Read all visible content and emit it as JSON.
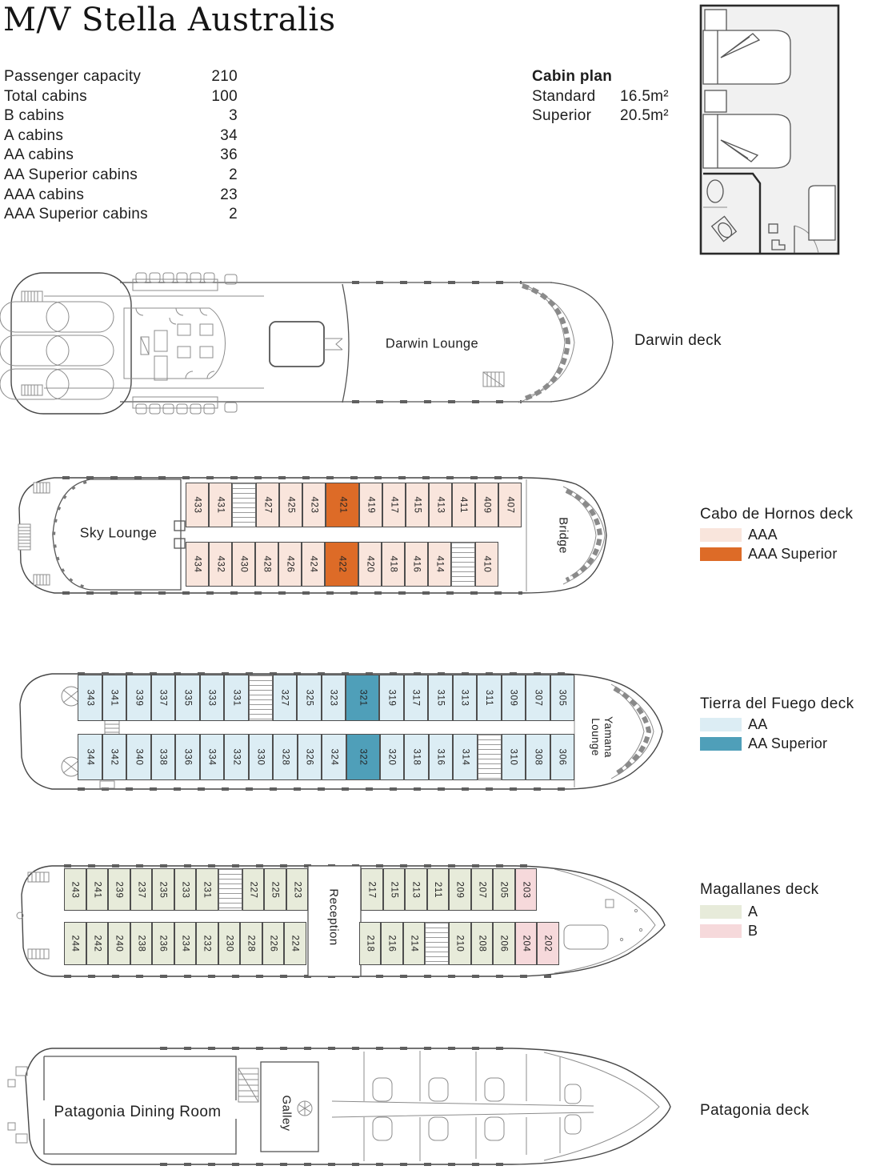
{
  "title": "M/V Stella Australis",
  "stats": {
    "rows": [
      {
        "label": "Passenger capacity",
        "value": "210"
      },
      {
        "label": "Total cabins",
        "value": "100"
      },
      {
        "label": "B cabins",
        "value": "3"
      },
      {
        "label": "A cabins",
        "value": "34"
      },
      {
        "label": "AA cabins",
        "value": "36"
      },
      {
        "label": "AA Superior cabins",
        "value": "2"
      },
      {
        "label": "AAA cabins",
        "value": "23"
      },
      {
        "label": "AAA Superior cabins",
        "value": "2"
      }
    ]
  },
  "cabin_plan": {
    "heading": "Cabin plan",
    "rows": [
      {
        "label": "Standard",
        "value": "16.5m²"
      },
      {
        "label": "Superior",
        "value": "20.5m²"
      }
    ]
  },
  "colors": {
    "aaa": "#f9e5dc",
    "aaas": "#dd6b27",
    "aa": "#dcedf4",
    "aas": "#4f9fb9",
    "a": "#e7ebda",
    "b": "#f6d9db"
  },
  "rooms": {
    "darwin_lounge": "Darwin Lounge",
    "sky_lounge": "Sky Lounge",
    "bridge": "Bridge",
    "yamana_lounge": "Yamana Lounge",
    "reception": "Reception",
    "galley": "Galley",
    "dining_room": "Patagonia Dining Room"
  },
  "decks": [
    {
      "name": "Darwin deck"
    },
    {
      "name": "Cabo de Hornos deck",
      "legend": [
        {
          "label": "AAA",
          "color": "#f9e5dc"
        },
        {
          "label": "AAA Superior",
          "color": "#dd6b27"
        }
      ],
      "rows": {
        "top": [
          {
            "n": "433",
            "t": "aaa"
          },
          {
            "n": "431",
            "t": "aaa"
          },
          {
            "k": "stairs"
          },
          {
            "n": "427",
            "t": "aaa"
          },
          {
            "n": "425",
            "t": "aaa"
          },
          {
            "n": "423",
            "t": "aaa"
          },
          {
            "n": "421",
            "t": "aaas",
            "wide": true
          },
          {
            "n": "419",
            "t": "aaa"
          },
          {
            "n": "417",
            "t": "aaa"
          },
          {
            "n": "415",
            "t": "aaa"
          },
          {
            "n": "413",
            "t": "aaa"
          },
          {
            "n": "411",
            "t": "aaa"
          },
          {
            "n": "409",
            "t": "aaa"
          },
          {
            "n": "407",
            "t": "aaa"
          }
        ],
        "bottom": [
          {
            "n": "434",
            "t": "aaa"
          },
          {
            "n": "432",
            "t": "aaa"
          },
          {
            "n": "430",
            "t": "aaa"
          },
          {
            "n": "428",
            "t": "aaa"
          },
          {
            "n": "426",
            "t": "aaa"
          },
          {
            "n": "424",
            "t": "aaa"
          },
          {
            "n": "422",
            "t": "aaas",
            "wide": true
          },
          {
            "n": "420",
            "t": "aaa"
          },
          {
            "n": "418",
            "t": "aaa"
          },
          {
            "n": "416",
            "t": "aaa"
          },
          {
            "n": "414",
            "t": "aaa"
          },
          {
            "k": "stairs"
          },
          {
            "n": "410",
            "t": "aaa"
          }
        ]
      }
    },
    {
      "name": "Tierra del Fuego deck",
      "legend": [
        {
          "label": "AA",
          "color": "#dcedf4"
        },
        {
          "label": "AA Superior",
          "color": "#4f9fb9"
        }
      ],
      "rows": {
        "top": [
          {
            "n": "343",
            "t": "aa"
          },
          {
            "n": "341",
            "t": "aa"
          },
          {
            "n": "339",
            "t": "aa"
          },
          {
            "n": "337",
            "t": "aa"
          },
          {
            "n": "335",
            "t": "aa"
          },
          {
            "n": "333",
            "t": "aa"
          },
          {
            "n": "331",
            "t": "aa"
          },
          {
            "k": "stairs"
          },
          {
            "n": "327",
            "t": "aa"
          },
          {
            "n": "325",
            "t": "aa"
          },
          {
            "n": "323",
            "t": "aa"
          },
          {
            "n": "321",
            "t": "aas",
            "wide": true
          },
          {
            "n": "319",
            "t": "aa"
          },
          {
            "n": "317",
            "t": "aa"
          },
          {
            "n": "315",
            "t": "aa"
          },
          {
            "n": "313",
            "t": "aa"
          },
          {
            "n": "311",
            "t": "aa"
          },
          {
            "n": "309",
            "t": "aa"
          },
          {
            "n": "307",
            "t": "aa"
          },
          {
            "n": "305",
            "t": "aa"
          }
        ],
        "bottom": [
          {
            "n": "344",
            "t": "aa"
          },
          {
            "n": "342",
            "t": "aa"
          },
          {
            "n": "340",
            "t": "aa"
          },
          {
            "n": "338",
            "t": "aa"
          },
          {
            "n": "336",
            "t": "aa"
          },
          {
            "n": "334",
            "t": "aa"
          },
          {
            "n": "332",
            "t": "aa"
          },
          {
            "n": "330",
            "t": "aa"
          },
          {
            "n": "328",
            "t": "aa"
          },
          {
            "n": "326",
            "t": "aa"
          },
          {
            "n": "324",
            "t": "aa"
          },
          {
            "n": "322",
            "t": "aas",
            "wide": true
          },
          {
            "n": "320",
            "t": "aa"
          },
          {
            "n": "318",
            "t": "aa"
          },
          {
            "n": "316",
            "t": "aa"
          },
          {
            "n": "314",
            "t": "aa"
          },
          {
            "k": "stairs"
          },
          {
            "n": "310",
            "t": "aa"
          },
          {
            "n": "308",
            "t": "aa"
          },
          {
            "n": "306",
            "t": "aa"
          }
        ]
      }
    },
    {
      "name": "Magallanes deck",
      "legend": [
        {
          "label": "A",
          "color": "#e7ebda"
        },
        {
          "label": "B",
          "color": "#f6d9db"
        }
      ],
      "rows": {
        "top": [
          {
            "n": "243",
            "t": "a"
          },
          {
            "n": "241",
            "t": "a"
          },
          {
            "n": "239",
            "t": "a"
          },
          {
            "n": "237",
            "t": "a"
          },
          {
            "n": "235",
            "t": "a"
          },
          {
            "n": "233",
            "t": "a"
          },
          {
            "n": "231",
            "t": "a"
          },
          {
            "k": "stairs"
          },
          {
            "n": "227",
            "t": "a"
          },
          {
            "n": "225",
            "t": "a"
          },
          {
            "n": "223",
            "t": "a"
          },
          {
            "k": "recep"
          },
          {
            "n": "217",
            "t": "a"
          },
          {
            "n": "215",
            "t": "a"
          },
          {
            "n": "213",
            "t": "a"
          },
          {
            "n": "211",
            "t": "a"
          },
          {
            "n": "209",
            "t": "a"
          },
          {
            "n": "207",
            "t": "a"
          },
          {
            "n": "205",
            "t": "a"
          },
          {
            "n": "203",
            "t": "b"
          }
        ],
        "bottom": [
          {
            "n": "244",
            "t": "a"
          },
          {
            "n": "242",
            "t": "a"
          },
          {
            "n": "240",
            "t": "a"
          },
          {
            "n": "238",
            "t": "a"
          },
          {
            "n": "236",
            "t": "a"
          },
          {
            "n": "234",
            "t": "a"
          },
          {
            "n": "232",
            "t": "a"
          },
          {
            "n": "230",
            "t": "a"
          },
          {
            "n": "228",
            "t": "a"
          },
          {
            "n": "226",
            "t": "a"
          },
          {
            "n": "224",
            "t": "a"
          },
          {
            "k": "recep"
          },
          {
            "n": "218",
            "t": "a"
          },
          {
            "n": "216",
            "t": "a"
          },
          {
            "n": "214",
            "t": "a"
          },
          {
            "k": "stairs"
          },
          {
            "n": "210",
            "t": "a"
          },
          {
            "n": "208",
            "t": "a"
          },
          {
            "n": "206",
            "t": "a"
          },
          {
            "n": "204",
            "t": "b"
          },
          {
            "n": "202",
            "t": "b"
          }
        ]
      }
    },
    {
      "name": "Patagonia deck"
    }
  ]
}
